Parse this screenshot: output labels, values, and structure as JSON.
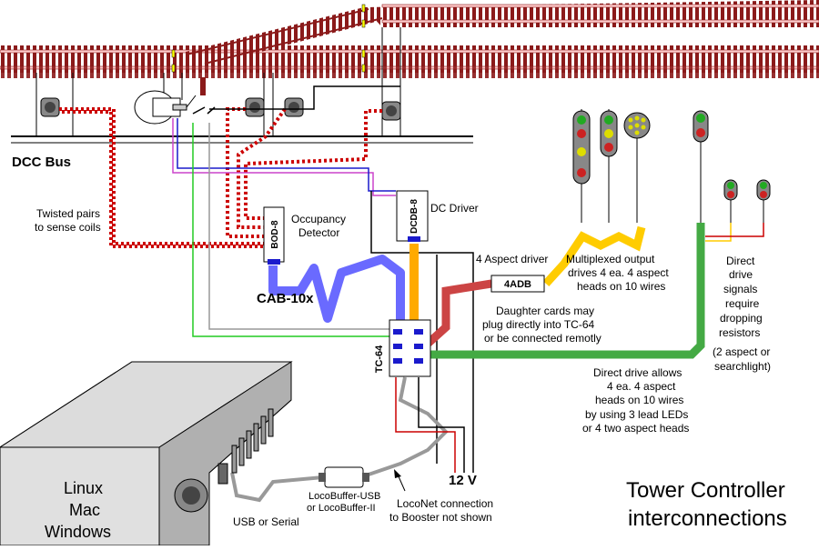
{
  "title": {
    "line1": "Tower Controller",
    "line2": "interconnections"
  },
  "labels": {
    "dcc_bus": "DCC Bus",
    "twisted_pairs_1": "Twisted pairs",
    "twisted_pairs_2": "to sense coils",
    "occupancy_1": "Occupancy",
    "occupancy_2": "Detector",
    "dc_driver": "DC Driver",
    "cab": "CAB-10x",
    "four_aspect_driver": "4 Aspect driver",
    "multiplexed_1": "Multiplexed output",
    "multiplexed_2": "drives 4 ea. 4 aspect",
    "multiplexed_3": "heads on 10 wires",
    "daughter_1": "Daughter cards may",
    "daughter_2": "plug directly into TC-64",
    "daughter_3": "or be connected remotly",
    "direct_right_1": "Direct",
    "direct_right_2": "drive",
    "direct_right_3": "signals",
    "direct_right_4": "require",
    "direct_right_5": "dropping",
    "direct_right_6": "resistors",
    "direct_right_7": "(2 aspect or",
    "direct_right_8": "searchlight)",
    "direct_allows_1": "Direct drive allows",
    "direct_allows_2": "4 ea. 4 aspect",
    "direct_allows_3": "heads on 10 wires",
    "direct_allows_4": "by using 3 lead LEDs",
    "direct_allows_5": "or 4 two aspect heads",
    "twelve_v": "12 V",
    "loconet_1": "LocoNet connection",
    "loconet_2": "to Booster not shown",
    "usb_serial": "USB or Serial",
    "locobuffer_1": "LocoBuffer-USB",
    "locobuffer_2": "or LocoBuffer-II",
    "os_1": "Linux",
    "os_2": "Mac",
    "os_3": "Windows"
  },
  "modules": {
    "bod8": "BOD-8",
    "dcdb8": "DCDB-8",
    "adb4": "4ADB",
    "tc64": "TC-64"
  },
  "colors": {
    "rail": "#b03030",
    "tie": "#8b1a1a",
    "wire_red": "#cc0000",
    "wire_blue": "#1a1acc",
    "wire_green": "#22cc22",
    "wire_purple": "#cc44cc",
    "wire_gray": "#999999",
    "signal_green": "#22aa22",
    "signal_yellow": "#dddd00",
    "signal_red": "#cc2222",
    "computer": "#c8c8c8"
  }
}
